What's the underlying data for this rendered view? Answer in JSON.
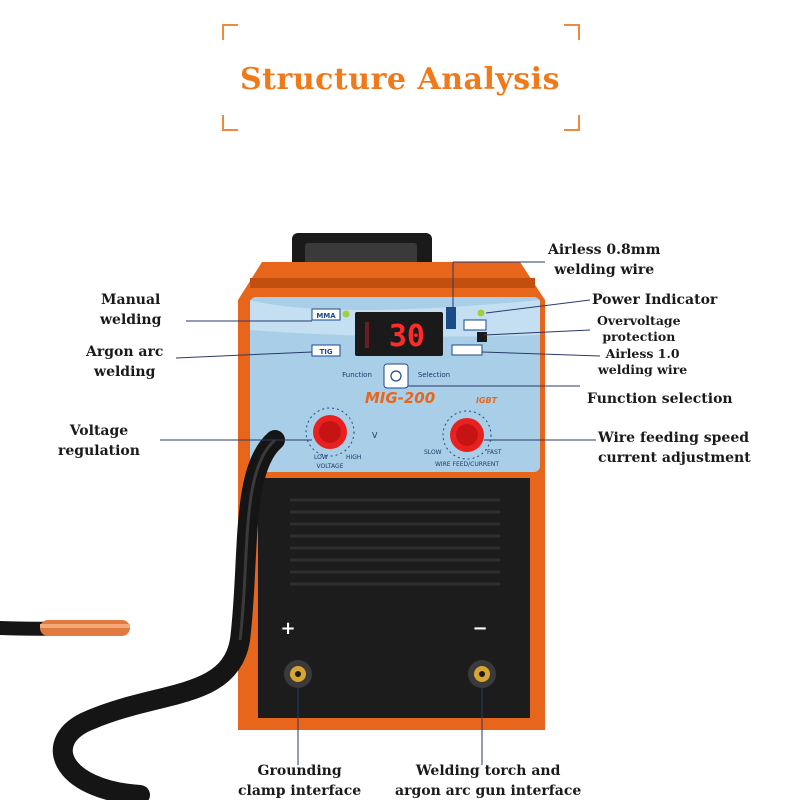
{
  "title": "Structure Analysis",
  "labels": {
    "airless_08": [
      "Airless 0.8mm",
      "welding wire"
    ],
    "manual": [
      "Manual",
      "welding"
    ],
    "power": "Power Indicator",
    "overvoltage": [
      "Overvoltage",
      "protection"
    ],
    "argon": [
      "Argon arc",
      "welding"
    ],
    "airless_10": [
      "Airless 1.0",
      "welding wire"
    ],
    "function_sel": "Function selection",
    "voltage": [
      "Voltage",
      "regulation"
    ],
    "wire_feed": [
      "Wire feeding speed",
      "current adjustment"
    ],
    "grounding": [
      "Grounding",
      "clamp interface"
    ],
    "torch": [
      "Welding torch and",
      "argon arc gun interface"
    ]
  },
  "panel": {
    "mode_mma": "MMA",
    "mode_tig": "TIG",
    "display": "30",
    "function_label": "Function",
    "selection_label": "Selection",
    "model": "MIG-200",
    "model_suffix": "IGBT",
    "knob_low": "LOW",
    "knob_high": "HIGH",
    "knob_voltage": "VOLTAGE",
    "knob_v": "V",
    "knob_slow": "SLOW",
    "knob_fast": "FAST",
    "wire_feed_label": "WIRE FEED/CURRENT",
    "plus": "+",
    "minus": "−"
  },
  "colors": {
    "title": "#f07a1a",
    "casing": "#e8651c",
    "panel": "#a9cfe8",
    "display_bg": "#1a1a1a",
    "display_digits": "#ff2a2a",
    "knob": "#e82020",
    "front": "#1c1c1c"
  }
}
